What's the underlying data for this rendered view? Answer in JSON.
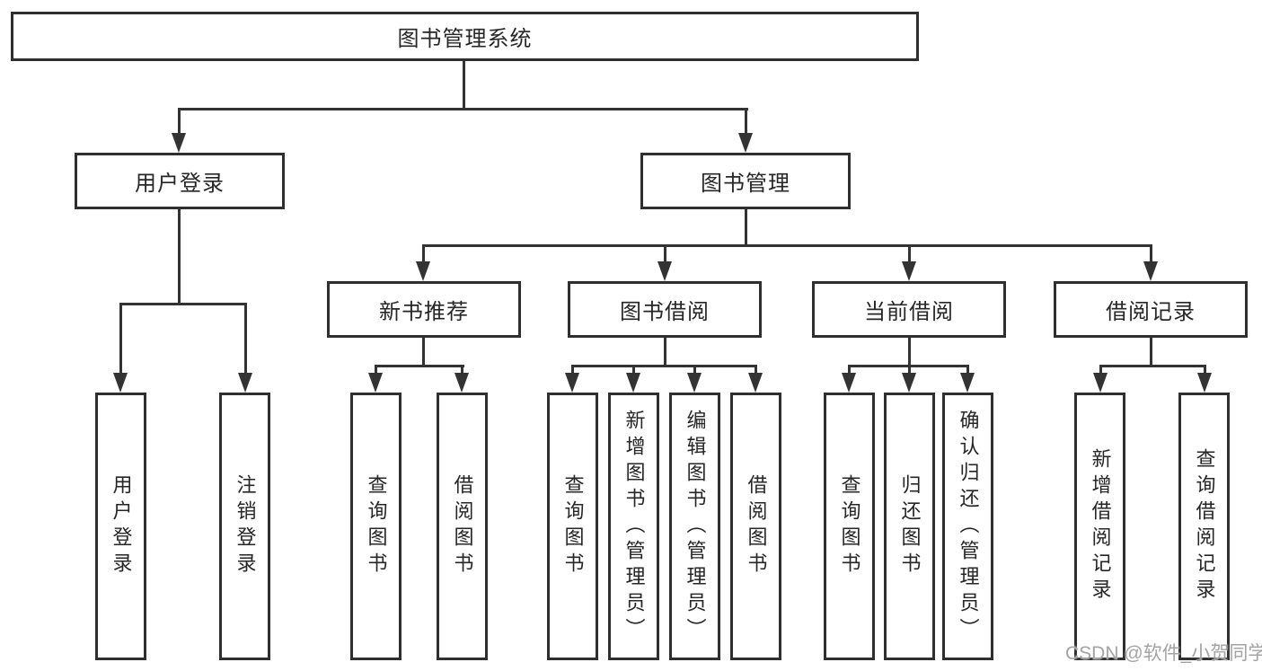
{
  "tree": {
    "root": {
      "label": "图书管理系统",
      "children": [
        {
          "label": "用户登录",
          "children": [
            {
              "label": "用户登录"
            },
            {
              "label": "注销登录"
            }
          ]
        },
        {
          "label": "图书管理",
          "children": [
            {
              "label": "新书推荐",
              "children": [
                {
                  "label": "查询图书"
                },
                {
                  "label": "借阅图书"
                }
              ]
            },
            {
              "label": "图书借阅",
              "children": [
                {
                  "label": "查询图书"
                },
                {
                  "label": "新增图书（管理员）"
                },
                {
                  "label": "编辑图书（管理员）"
                },
                {
                  "label": "借阅图书"
                }
              ]
            },
            {
              "label": "当前借阅",
              "children": [
                {
                  "label": "查询图书"
                },
                {
                  "label": "归还图书"
                },
                {
                  "label": "确认归还（管理员）"
                }
              ]
            },
            {
              "label": "借阅记录",
              "children": [
                {
                  "label": "新增借阅记录"
                },
                {
                  "label": "查询借阅记录"
                }
              ]
            }
          ]
        }
      ]
    }
  },
  "watermark": {
    "text": "CSDN @软件_小贺同学"
  },
  "colors": {
    "line": "#333333",
    "box_border": "#2f2f2f",
    "text": "#262626",
    "watermark": "#a3a3a3",
    "background": "#ffffff"
  }
}
